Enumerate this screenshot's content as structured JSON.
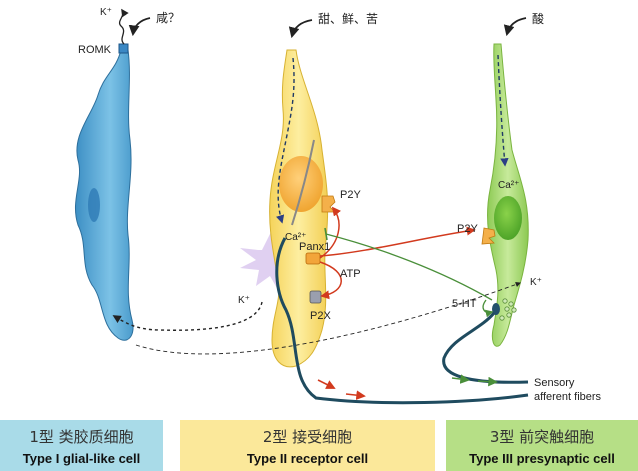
{
  "stimuli": {
    "type1": "咸？",
    "type2": "甜、鲜、苦",
    "type3": "酸"
  },
  "labels": {
    "k_top": "K⁺",
    "romk": "ROMK",
    "k_left": "K⁺",
    "ca_type2": "Ca²⁺",
    "p2y_type2": "P2Y",
    "panx1": "Panx1",
    "atp": "ATP",
    "p2x": "P2X",
    "ca_type3": "Ca²⁺",
    "p2y_type3": "P2Y",
    "k_type3": "K⁺",
    "ht5": "5-HT",
    "sensory": "Sensory",
    "afferent": "afferent fibers"
  },
  "panels": [
    {
      "zh": "1型 类胶质细胞",
      "en": "Type I glial-like cell"
    },
    {
      "zh": "2型 接受细胞",
      "en": "Type II receptor cell"
    },
    {
      "zh": "3型 前突触细胞",
      "en": "Type III presynaptic cell"
    }
  ],
  "colors": {
    "type1_cell": "#5aa9d6",
    "type2_cell": "#fbe27a",
    "type3_cell": "#a6d86a",
    "nerve": "#1f4b5f",
    "arrow_red": "#d23a1e",
    "arrow_green": "#4a8f3a",
    "burst": "#d9c7ee"
  }
}
